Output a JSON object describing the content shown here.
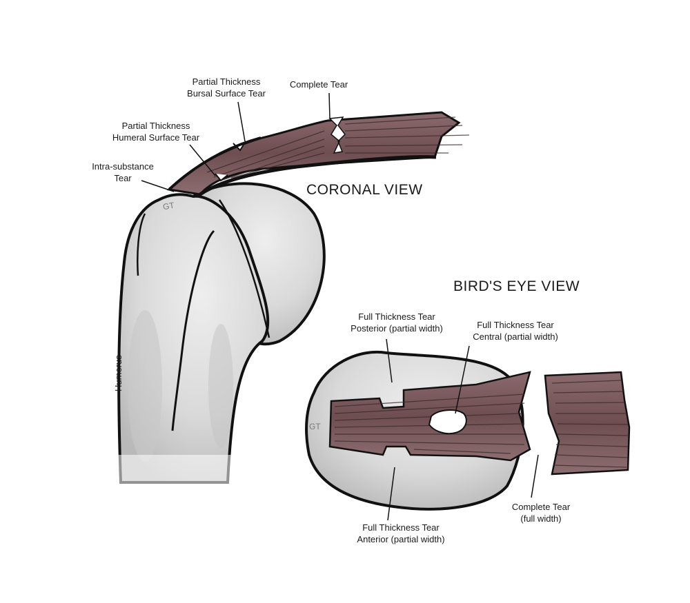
{
  "views": {
    "coronal_title": "CORONAL VIEW",
    "birds_eye_title": "BIRD'S EYE VIEW"
  },
  "coronal": {
    "bursal": [
      "Partial Thickness",
      "Bursal Surface Tear"
    ],
    "complete": "Complete Tear",
    "humeral": [
      "Partial Thickness",
      "Humeral Surface Tear"
    ],
    "intrasubstance": [
      "Intra-substance",
      "Tear"
    ],
    "gt": "GT",
    "humerus": "Humerus"
  },
  "birds_eye": {
    "posterior": [
      "Full Thickness Tear",
      "Posterior (partial width)"
    ],
    "central": [
      "Full Thickness Tear",
      "Central (partial width)"
    ],
    "anterior": [
      "Full Thickness Tear",
      "Anterior (partial width)"
    ],
    "complete": [
      "Complete Tear",
      "(full width)"
    ],
    "gt": "GT"
  },
  "colors": {
    "bone": "#d9d9d9",
    "bone_shadow": "#bdbdbd",
    "tendon": "#7d5a5c",
    "tendon_dark": "#4a3234",
    "outline": "#111111"
  }
}
